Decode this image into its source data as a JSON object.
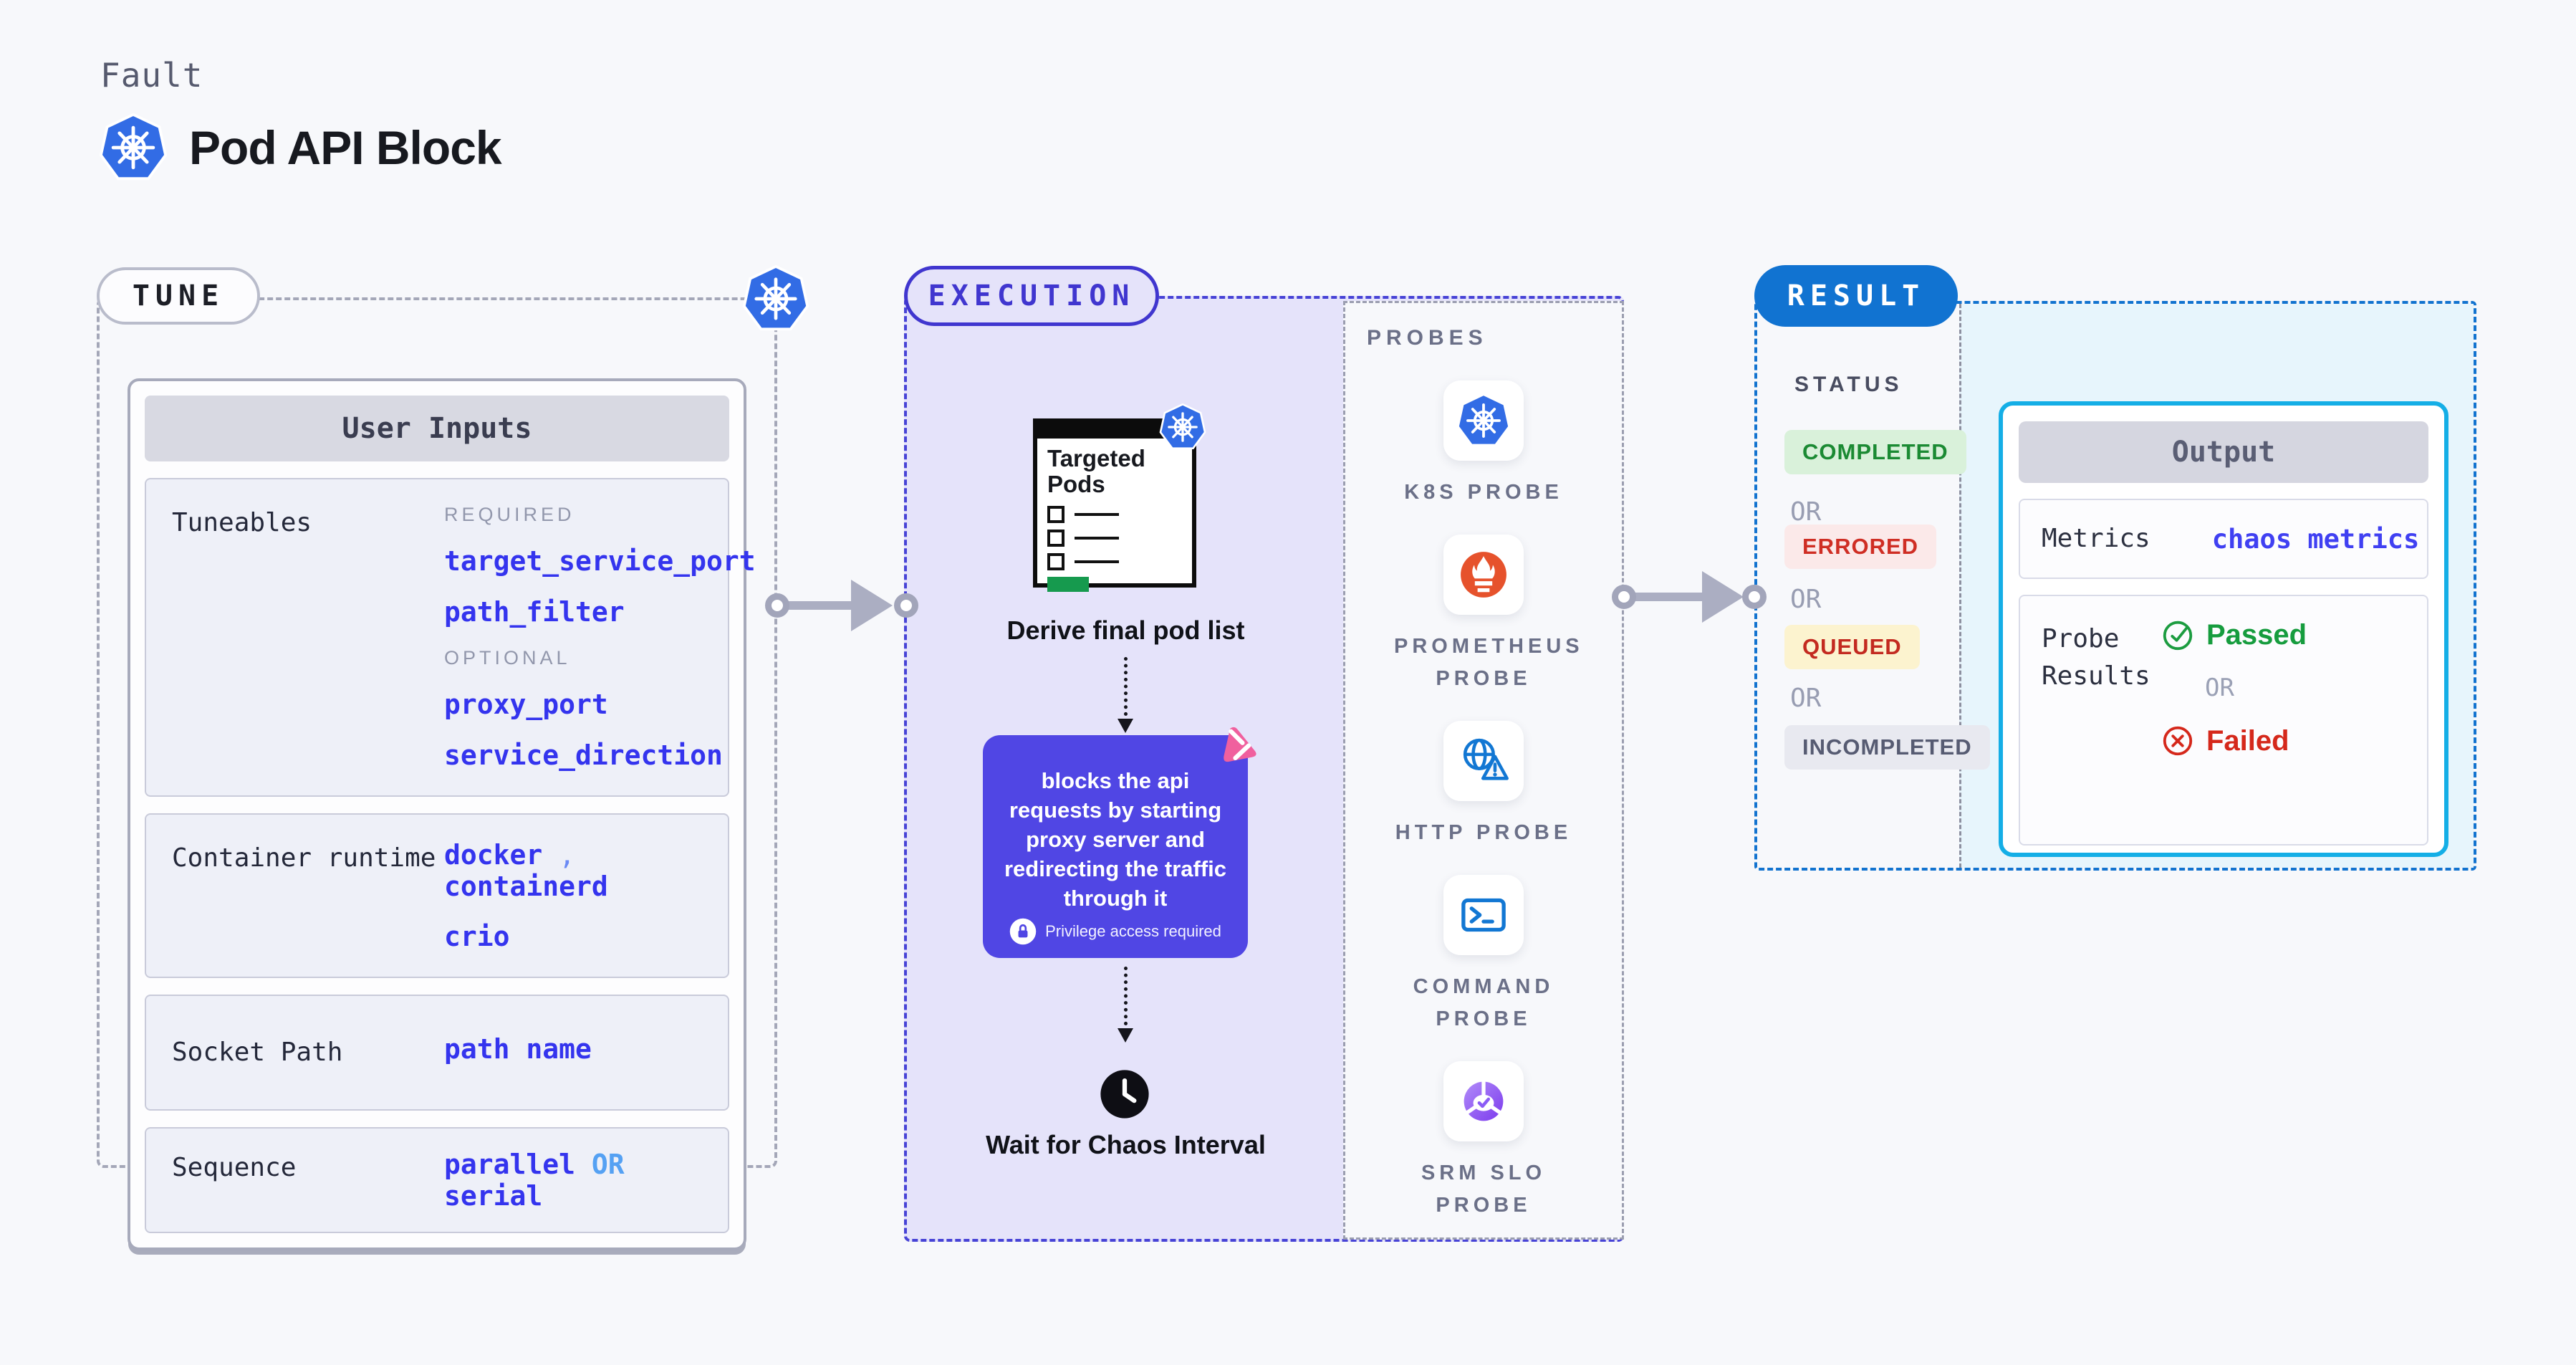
{
  "page": {
    "kicker": "Fault",
    "title": "Pod API Block"
  },
  "tune": {
    "badge": "TUNE",
    "card_header": "User Inputs",
    "tuneables": {
      "label": "Tuneables",
      "required_label": "REQUIRED",
      "required": [
        "target_service_port",
        "path_filter"
      ],
      "optional_label": "OPTIONAL",
      "optional": [
        "proxy_port",
        "service_direction"
      ]
    },
    "runtime": {
      "label": "Container runtime",
      "values": [
        "docker",
        "containerd",
        "crio"
      ],
      "separator": ","
    },
    "socket": {
      "label": "Socket Path",
      "value": "path name"
    },
    "sequence": {
      "label": "Sequence",
      "value_a": "parallel",
      "or": "OR",
      "value_b": "serial"
    }
  },
  "execution": {
    "badge": "EXECUTION",
    "window_title": "Targeted Pods",
    "step1": "Derive final pod list",
    "action_text": "blocks the api requests by starting proxy server and redirecting the traffic through it",
    "privilege_note": "Privilege access required",
    "step2": "Wait for Chaos Interval"
  },
  "probes": {
    "panel_label": "PROBES",
    "items": [
      {
        "name": "K8S PROBE",
        "icon": "kubernetes-icon"
      },
      {
        "name": "PROMETHEUS PROBE",
        "icon": "prometheus-icon"
      },
      {
        "name": "HTTP PROBE",
        "icon": "http-globe-warning-icon"
      },
      {
        "name": "COMMAND PROBE",
        "icon": "terminal-icon"
      },
      {
        "name": "SRM SLO PROBE",
        "icon": "slo-pie-check-icon"
      }
    ]
  },
  "result": {
    "badge": "RESULT",
    "status_label": "STATUS",
    "or_label": "OR",
    "statuses": [
      {
        "label": "COMPLETED",
        "type": "success"
      },
      {
        "label": "ERRORED",
        "type": "error"
      },
      {
        "label": "QUEUED",
        "type": "warning"
      },
      {
        "label": "INCOMPLETED",
        "type": "neutral"
      }
    ],
    "output": {
      "header": "Output",
      "metrics_label": "Metrics",
      "metrics_value": "chaos metrics",
      "probe_results_label": "Probe Results",
      "passed": "Passed",
      "or_label": "OR",
      "failed": "Failed"
    }
  },
  "colors": {
    "page_bg": "#f7f8fb",
    "kubernetes_blue": "#326ce5",
    "execution_indigo": "#4036cf",
    "execution_bg": "#e5e3fa",
    "action_box": "#5046e4",
    "result_blue": "#1173d1",
    "output_border_cyan": "#14aee6",
    "value_blue": "#3434ee",
    "success_green": "#1b8a33",
    "error_red": "#cf2e24",
    "prometheus_orange": "#e6522c",
    "litmus_pink": "#f0609e",
    "green_bar": "#169a4e"
  }
}
